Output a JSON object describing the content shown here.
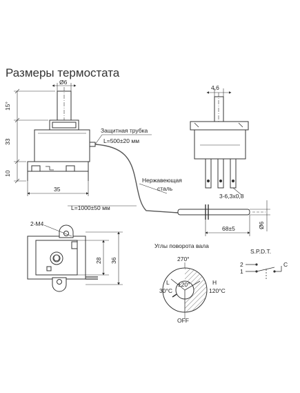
{
  "title": "Размеры термостата",
  "front_view": {
    "dim_shaft_diameter": "Ø6",
    "dim_angle": "15°",
    "dim_height": "33",
    "dim_lower": "10",
    "dim_width": "35",
    "label_tube": "Защитная трубка",
    "label_tube_length": "L=500±20 мм",
    "label_capillary_length": "L=1000±50 мм"
  },
  "side_view": {
    "dim_shaft": "4,6",
    "label_stainless_1": "Нержавеющая",
    "label_stainless_2": "сталь",
    "dim_terminals": "3-6,3x0,8",
    "dim_bulb_length": "68±5",
    "dim_bulb_diameter": "Ø6"
  },
  "bottom_view": {
    "label_screws": "2-M4",
    "dim_28": "28",
    "dim_36": "36"
  },
  "rotation": {
    "title": "Углы поворота вала",
    "angle_top": "270°",
    "l_label": "L",
    "l_temp": "30°C",
    "tolerance": "±20°",
    "h_label": "H",
    "h_temp": "120°C",
    "off_label": "OFF"
  },
  "switch": {
    "title": "S.P.D.T.",
    "pin_2": "2",
    "pin_1": "1",
    "pin_c": "C"
  }
}
